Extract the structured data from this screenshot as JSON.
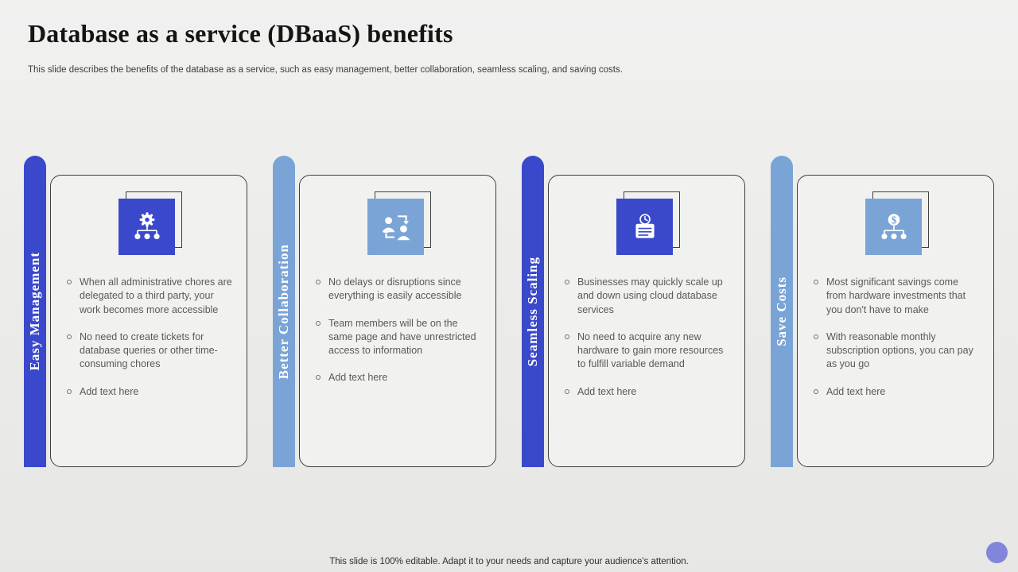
{
  "slide": {
    "title": "Database as a service (DBaaS) benefits",
    "subtitle": "This slide describes the benefits of the database as a service, such as easy management, better collaboration, seamless scaling, and saving costs.",
    "footer_note": "This slide is 100% editable. Adapt it to your needs and capture your audience's attention."
  },
  "colors": {
    "primary_blue": "#3A49CB",
    "steel_blue": "#7AA4D6",
    "body_text_gray": "#595959",
    "corner_dot_purple": "#8186DB",
    "card_background": "#F1F1EF"
  },
  "columns": [
    {
      "label": "Easy Management",
      "icon": "gear-org-chart-icon",
      "accent": "primary",
      "bullets": [
        "When all administrative chores are delegated to a third party, your work becomes more accessible",
        "No need to create tickets for database queries or other time-consuming chores",
        "Add text here"
      ]
    },
    {
      "label": "Better Collaboration",
      "icon": "people-exchange-icon",
      "accent": "light",
      "bullets": [
        "No delays or disruptions since everything is easily accessible",
        "Team members will be on the same page and have unrestricted access to information",
        "Add text here"
      ]
    },
    {
      "label": "Seamless Scaling",
      "icon": "document-clock-icon",
      "accent": "primary",
      "bullets": [
        "Businesses may quickly scale up and down using cloud database services",
        "No need to acquire any new hardware to gain more resources to fulfill variable demand",
        "Add text here"
      ]
    },
    {
      "label": "Save Costs",
      "icon": "dollar-org-chart-icon",
      "accent": "light",
      "bullets": [
        "Most significant savings come from hardware investments that you don't have to make",
        "With reasonable monthly subscription options, you can pay as you go",
        "Add text here"
      ]
    }
  ]
}
